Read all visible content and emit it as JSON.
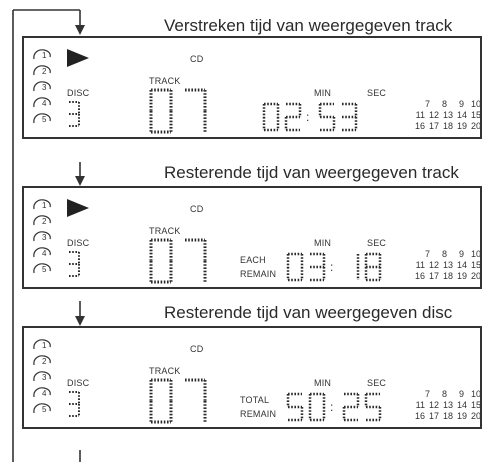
{
  "panels": [
    {
      "caption": "Verstreken tijd van weergegeven track",
      "show_play": true,
      "cd": "CD",
      "track_label": "TRACK",
      "disc_label": "DISC",
      "disc_value": "3",
      "track_value": "07",
      "mode_top": "",
      "mode_bottom": "",
      "min_label": "MIN",
      "sec_label": "SEC",
      "minutes": "02",
      "seconds": "53"
    },
    {
      "caption": "Resterende tijd van weergegeven track",
      "show_play": true,
      "cd": "CD",
      "track_label": "TRACK",
      "disc_label": "DISC",
      "disc_value": "3",
      "track_value": "07",
      "mode_top": "EACH",
      "mode_bottom": "REMAIN",
      "min_label": "MIN",
      "sec_label": "SEC",
      "minutes": "03",
      "seconds": "18"
    },
    {
      "caption": "Resterende tijd van weergegeven disc",
      "show_play": false,
      "cd": "CD",
      "track_label": "TRACK",
      "disc_label": "DISC",
      "disc_value": "3",
      "track_value": "07",
      "mode_top": "TOTAL",
      "mode_bottom": "REMAIN",
      "min_label": "MIN",
      "sec_label": "SEC",
      "minutes": "50",
      "seconds": "25"
    }
  ],
  "disc_numbers": [
    "1",
    "2",
    "3",
    "4",
    "5"
  ],
  "track_grid": [
    [
      "7",
      "8",
      "9",
      "10"
    ],
    [
      "11",
      "12",
      "13",
      "14",
      "15"
    ],
    [
      "16",
      "17",
      "18",
      "19",
      "20"
    ]
  ]
}
